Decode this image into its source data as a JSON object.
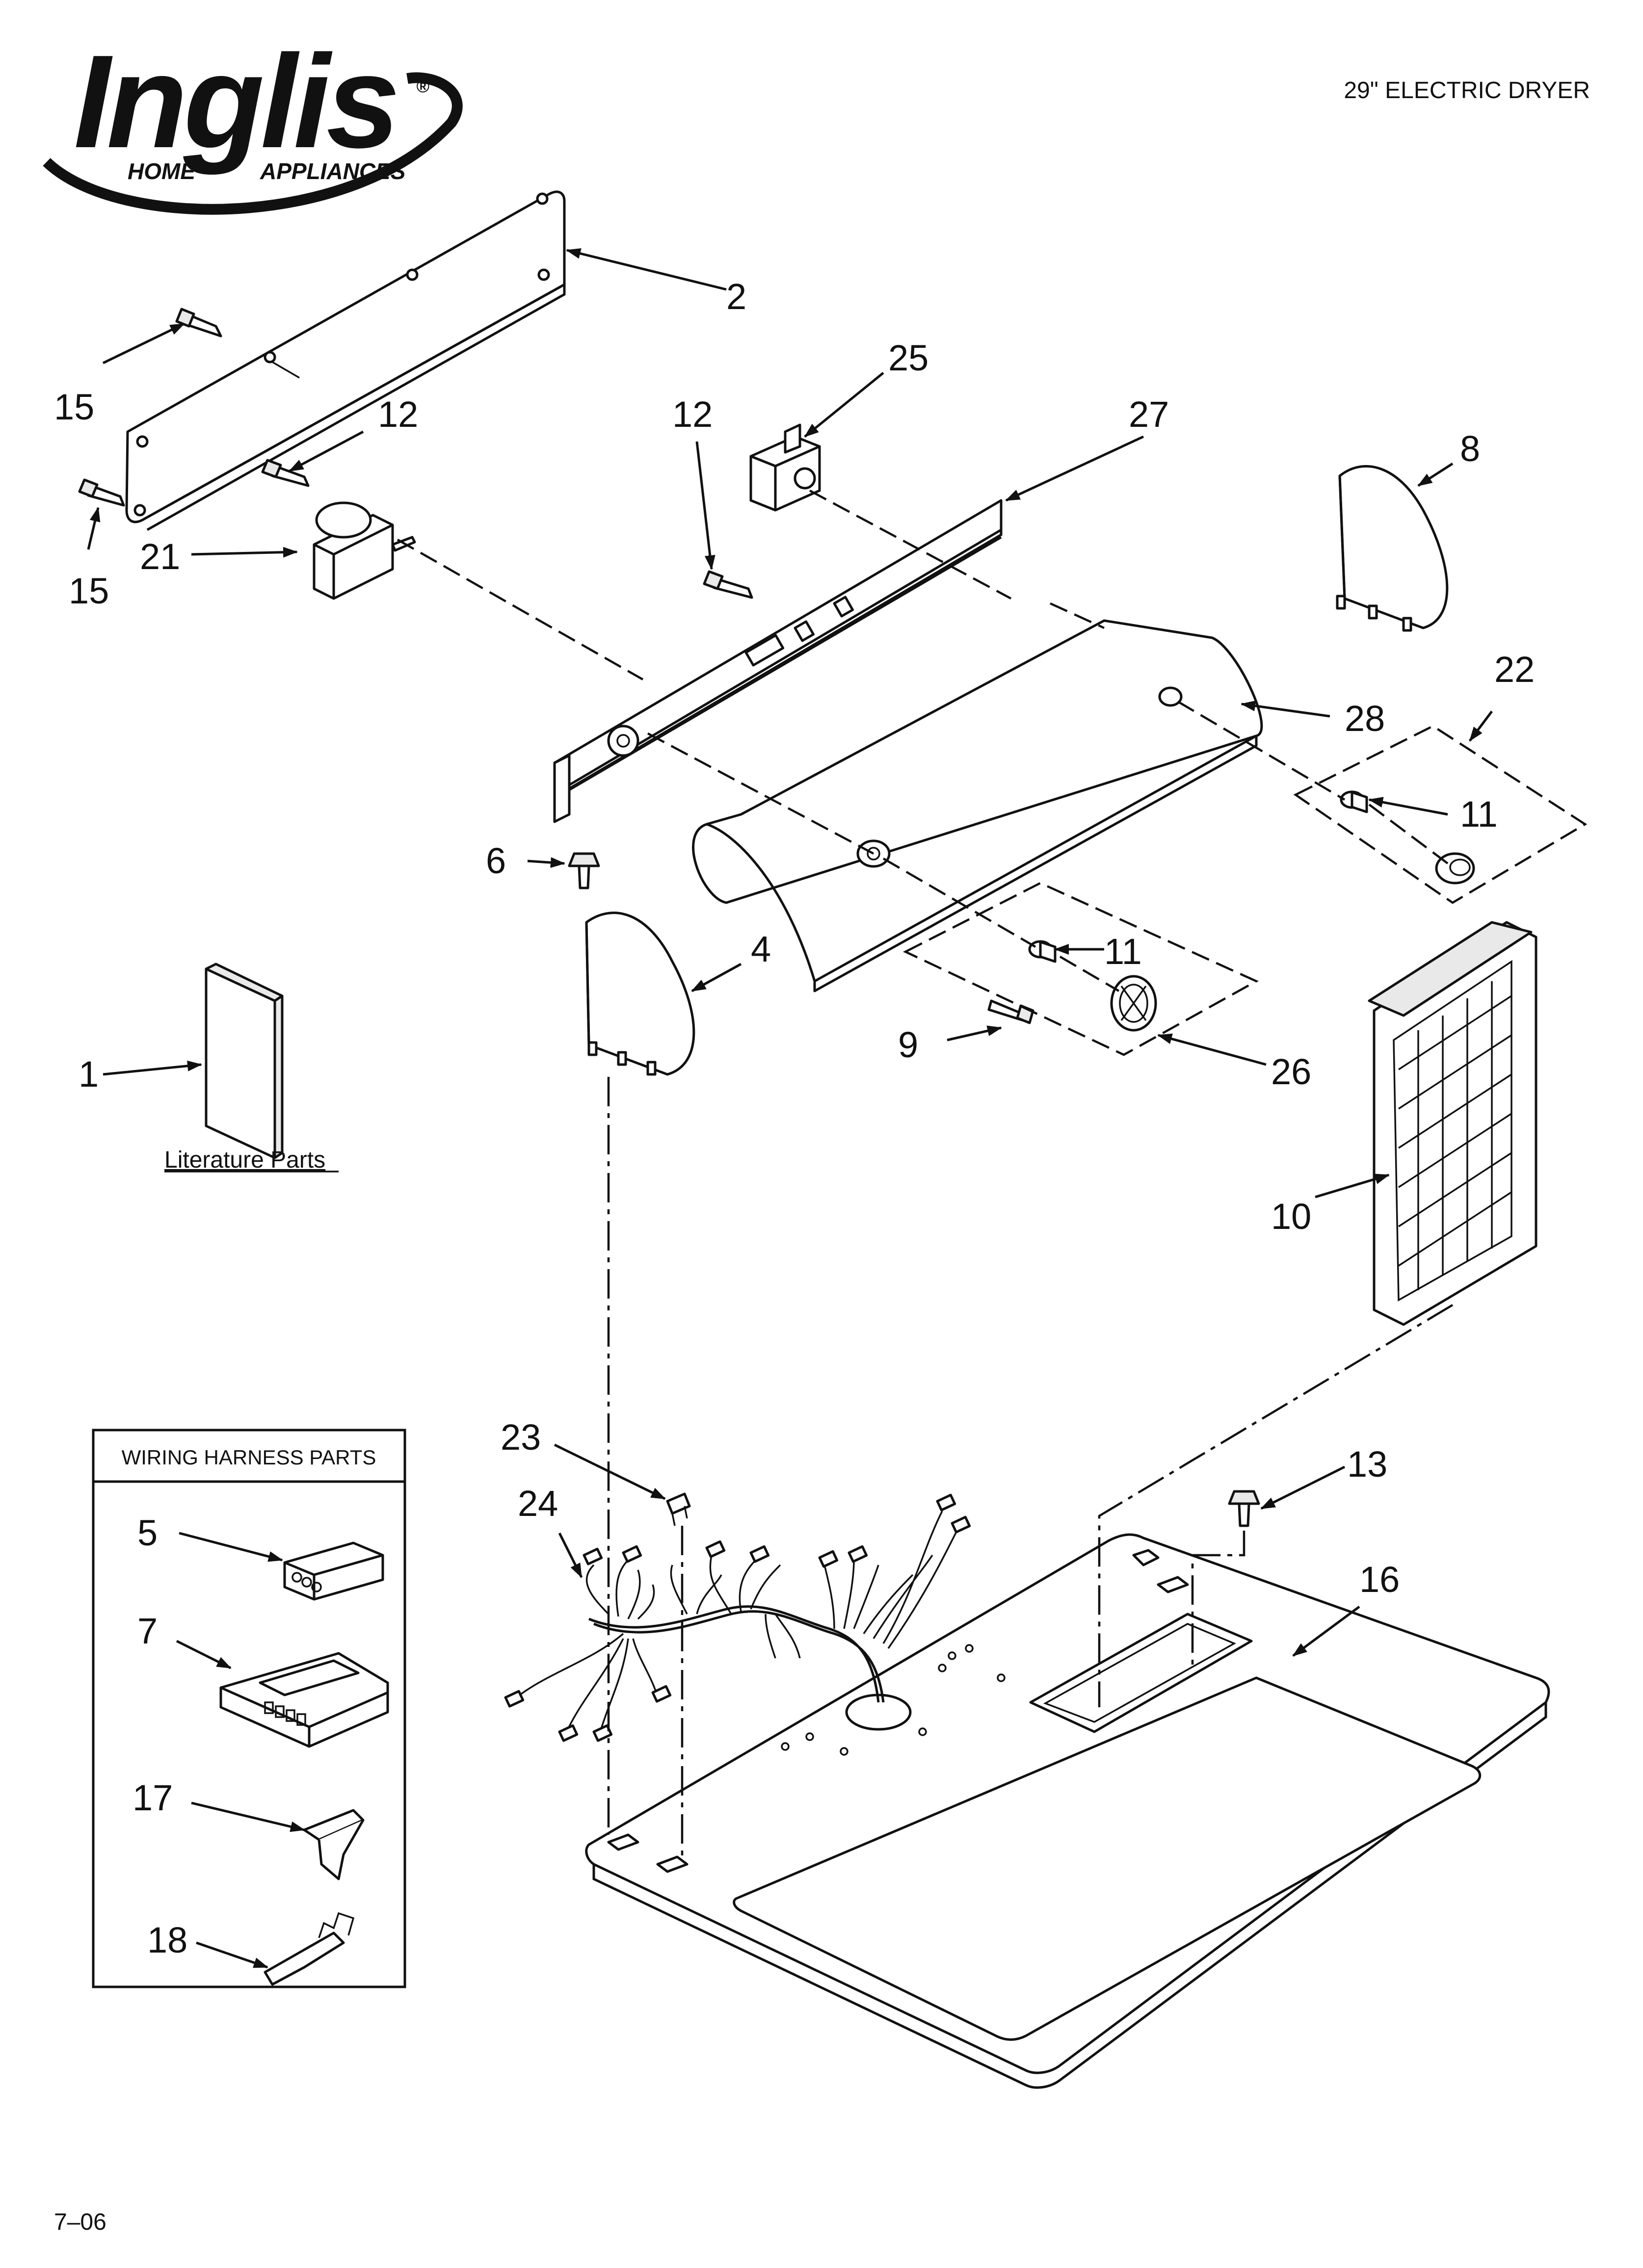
{
  "brand": {
    "name": "Inglis",
    "registered_mark": "®",
    "tagline_left": "HOME",
    "tagline_right": "APPLIANCES"
  },
  "header": {
    "model_title": "29\" ELECTRIC DRYER"
  },
  "literature": {
    "label": "Literature Parts"
  },
  "wiring_box": {
    "title": "WIRING HARNESS PARTS"
  },
  "callouts": {
    "c1": "1",
    "c2": "2",
    "c4": "4",
    "c5": "5",
    "c6": "6",
    "c7": "7",
    "c8": "8",
    "c9": "9",
    "c10": "10",
    "c11a": "11",
    "c11b": "11",
    "c12a": "12",
    "c12b": "12",
    "c13": "13",
    "c15a": "15",
    "c15b": "15",
    "c16": "16",
    "c17": "17",
    "c18": "18",
    "c21": "21",
    "c22": "22",
    "c23": "23",
    "c24": "24",
    "c25": "25",
    "c26": "26",
    "c27": "27",
    "c28": "28"
  },
  "footer": {
    "date_code": "7–06"
  }
}
